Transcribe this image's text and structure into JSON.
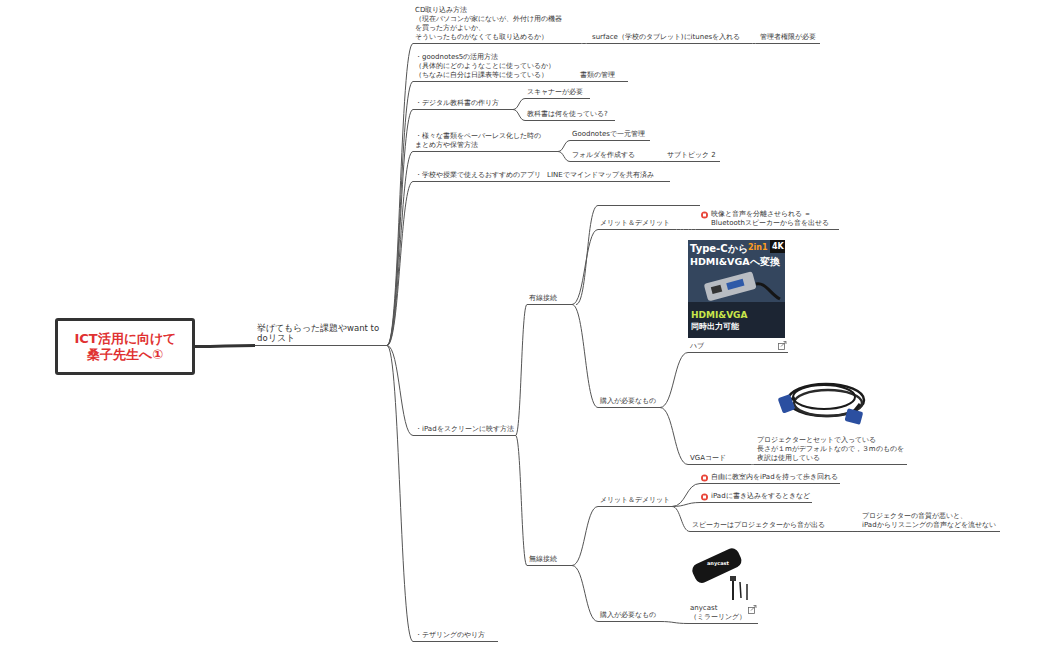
{
  "diagram": {
    "nodes": [
      {
        "text": [
          "ICT活用に向けて 桑子先生へ①"
        ]
      },
      {
        "text": [
          "挙げてもらった課題やwant to doリスト"
        ]
      },
      {
        "text": [
          "CD取り込み方法 （現在パソコンが家にないが、外付け用の機器 を買った方がよいか、 そういったものがなくても取り込めるか）"
        ]
      },
      {
        "text": [
          "surface（学校のタブレット)にitunesを入れる"
        ]
      },
      {
        "text": [
          "管理者権限が必要"
        ]
      },
      {
        "text": [
          "・goodnotes5の活用方法 （具体的にどのようなことに使っているか） （ちなみに自分は日課表等に使っている）"
        ]
      },
      {
        "text": [
          "書類の管理"
        ]
      },
      {
        "text": [
          "・デジタル教科書の作り方"
        ]
      },
      {
        "text": [
          "スキャナーが必要"
        ]
      },
      {
        "text": [
          "教科書は何を使っている?"
        ]
      },
      {
        "text": [
          "・様々な書類をペーパーレス化した時の まとめ方や保管方法"
        ]
      },
      {
        "text": [
          "Goodnotesで一元管理"
        ]
      },
      {
        "text": [
          "フォルダを作成する"
        ]
      },
      {
        "text": [
          "サブトピック 2"
        ]
      },
      {
        "text": [
          "・学校や授業で使えるおすすめのアプリ"
        ]
      },
      {
        "text": [
          "LINEでマインドマップを共有済み"
        ]
      },
      {
        "text": [
          "・iPadをスクリーンに映す方法"
        ]
      },
      {
        "text": [
          "有線接続"
        ]
      },
      {
        "text": [
          "メリット＆デメリット"
        ]
      },
      {
        "text": [
          "映像と音声を分離させられる ＝Bluetoothスピーカーから音を出せる"
        ]
      },
      {
        "text": [
          "購入が必要なもの"
        ]
      },
      {
        "text": [
          "ハブ"
        ]
      },
      {
        "text": [
          "VGAコード"
        ]
      },
      {
        "text": [
          "プロジェクターとセットで入っている 長さが１mがデフォルトなので，３mのものを 夜訳は使用している"
        ]
      },
      {
        "text": [
          "無線接続"
        ]
      },
      {
        "text": [
          "メリット＆デメリット"
        ]
      },
      {
        "text": [
          "自由に教室内をiPadを持って歩き回れる"
        ]
      },
      {
        "text": [
          "iPadに書き込みをするときなど"
        ]
      },
      {
        "text": [
          "スピーカーはプロジェクターから音が出る"
        ]
      },
      {
        "text": [
          "プロジェクターの音質が悪いと、 iPadからリスニングの音声などを流せない"
        ]
      },
      {
        "text": [
          "購入が必要なもの"
        ]
      },
      {
        "text": [
          "anycast （ミラーリング）"
        ]
      },
      {
        "text": [
          "・テザリングのやり方"
        ]
      }
    ],
    "edges": [
      {
        "from": 0,
        "to": 1,
        "arrow": "none"
      },
      {
        "from": 1,
        "to": 2,
        "arrow": "none"
      },
      {
        "from": 1,
        "to": 5,
        "arrow": "none"
      },
      {
        "from": 1,
        "to": 7,
        "arrow": "none"
      },
      {
        "from": 1,
        "to": 10,
        "arrow": "none"
      },
      {
        "from": 1,
        "to": 14,
        "arrow": "none"
      },
      {
        "from": 1,
        "to": 16,
        "arrow": "none"
      },
      {
        "from": 1,
        "to": 32,
        "arrow": "none"
      },
      {
        "from": 2,
        "to": 3,
        "arrow": "none"
      },
      {
        "from": 3,
        "to": 4,
        "arrow": "none"
      },
      {
        "from": 5,
        "to": 6,
        "arrow": "none"
      },
      {
        "from": 7,
        "to": 8,
        "arrow": "none"
      },
      {
        "from": 7,
        "to": 9,
        "arrow": "none"
      },
      {
        "from": 10,
        "to": 11,
        "arrow": "none"
      },
      {
        "from": 10,
        "to": 12,
        "arrow": "none"
      },
      {
        "from": 12,
        "to": 13,
        "arrow": "none"
      },
      {
        "from": 14,
        "to": 15,
        "arrow": "none"
      },
      {
        "from": 16,
        "to": 17,
        "arrow": "none"
      },
      {
        "from": 16,
        "to": 24,
        "arrow": "none"
      },
      {
        "from": 17,
        "to": 18,
        "arrow": "none"
      },
      {
        "from": 17,
        "to": 20,
        "arrow": "none"
      },
      {
        "from": 18,
        "to": 19,
        "arrow": "none"
      },
      {
        "from": 20,
        "to": 21,
        "arrow": "none"
      },
      {
        "from": 20,
        "to": 22,
        "arrow": "none"
      },
      {
        "from": 22,
        "to": 23,
        "arrow": "none"
      },
      {
        "from": 24,
        "to": 25,
        "arrow": "none"
      },
      {
        "from": 24,
        "to": 30,
        "arrow": "none"
      },
      {
        "from": 25,
        "to": 26,
        "arrow": "none"
      },
      {
        "from": 25,
        "to": 27,
        "arrow": "none"
      },
      {
        "from": 25,
        "to": 28,
        "arrow": "none"
      },
      {
        "from": 28,
        "to": 29,
        "arrow": "none"
      },
      {
        "from": 30,
        "to": 31,
        "arrow": "none"
      }
    ],
    "labels": [
      "Type-Cから",
      "2in1",
      "4K",
      "HDMI&VGAへ変換",
      "HDMI&VGA",
      "同時出力可能",
      "anycast"
    ]
  }
}
